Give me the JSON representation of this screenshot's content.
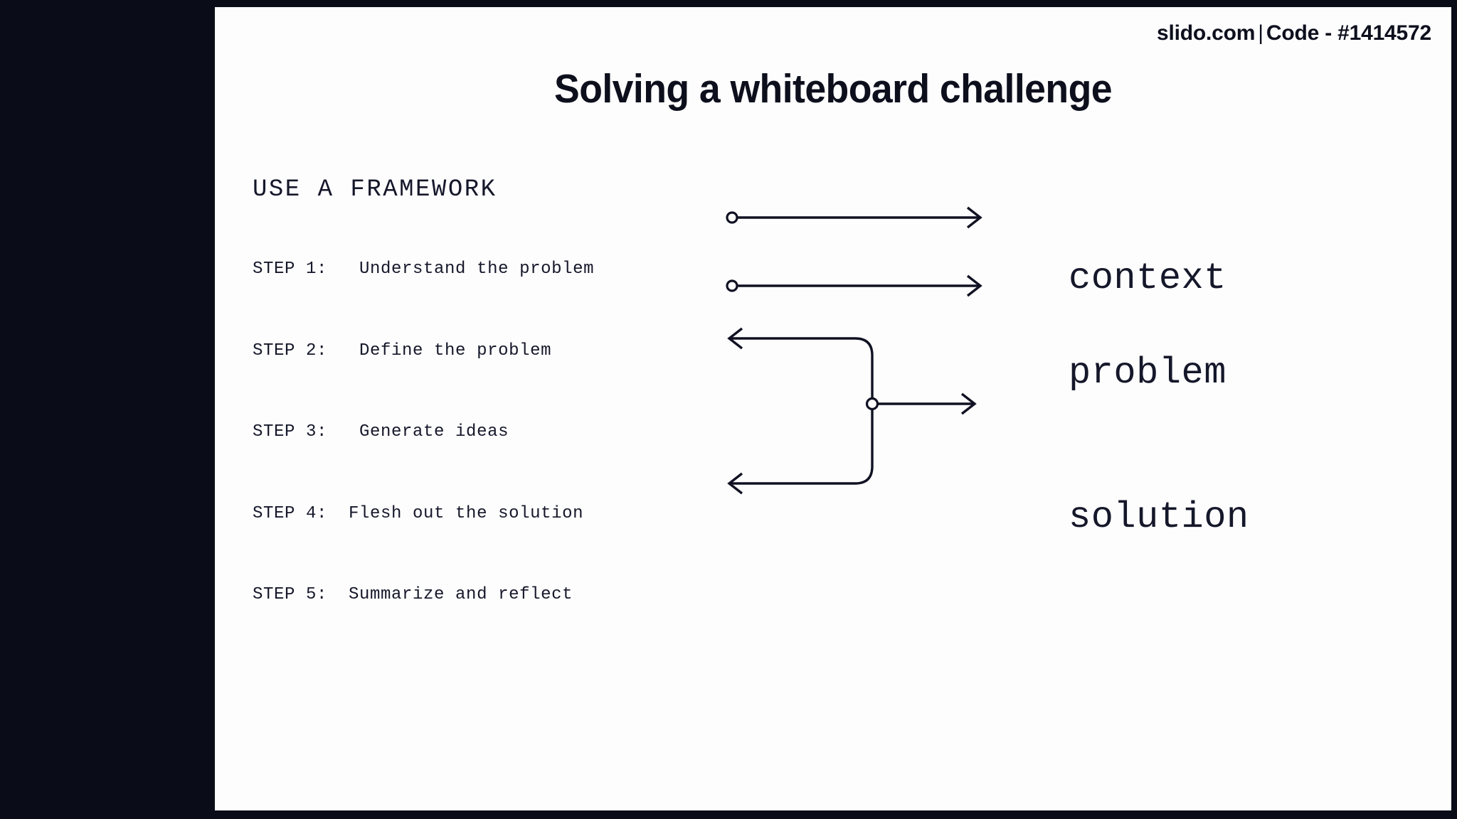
{
  "header": {
    "brand": "slido.com",
    "separator": "|",
    "code_label": "Code - #1414572"
  },
  "title": "Solving a whiteboard challenge",
  "section": {
    "heading": "USE A FRAMEWORK"
  },
  "steps": [
    {
      "label": "STEP 1:",
      "text": "   Understand the problem"
    },
    {
      "label": "STEP 2:",
      "text": "   Define the problem"
    },
    {
      "label": "STEP 3:",
      "text": "   Generate ideas"
    },
    {
      "label": "STEP 4:",
      "text": "  Flesh out the solution"
    },
    {
      "label": "STEP 5:",
      "text": "  Summarize and reflect"
    }
  ],
  "outcomes": [
    {
      "label": "context"
    },
    {
      "label": "problem"
    },
    {
      "label": "solution"
    }
  ],
  "connectors": [
    {
      "name": "context-arrow",
      "from_step": 1,
      "to_outcome": "context",
      "style": "straight-right"
    },
    {
      "name": "problem-arrow",
      "from_step": 2,
      "to_outcome": "problem",
      "style": "straight-right"
    },
    {
      "name": "solution-bracket",
      "from_steps": [
        3,
        4,
        5
      ],
      "to_outcome": "solution",
      "style": "bracket-right"
    }
  ],
  "colors": {
    "backdrop": "#0a0c18",
    "slide": "#fdfdfd",
    "ink": "#15172a",
    "line": "#101223"
  }
}
